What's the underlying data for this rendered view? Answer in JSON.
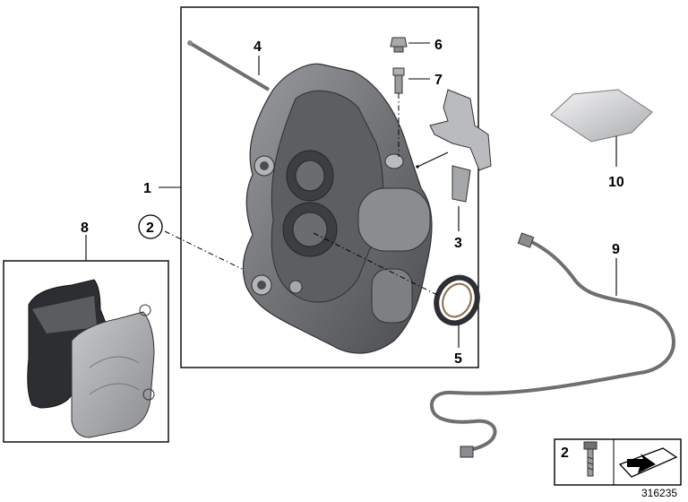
{
  "callouts": {
    "c1": "1",
    "c2": "2",
    "c3": "3",
    "c4": "4",
    "c5": "5",
    "c6": "6",
    "c7": "7",
    "c8": "8",
    "c9": "9",
    "c10": "10"
  },
  "legend": {
    "number": "2"
  },
  "reference_number": "316235",
  "icons": [
    "bolt-icon",
    "arrow-sheet-icon"
  ],
  "colors": {
    "line": "#000000",
    "part_gray": "#8d8f93",
    "part_dark": "#4a4c50"
  }
}
